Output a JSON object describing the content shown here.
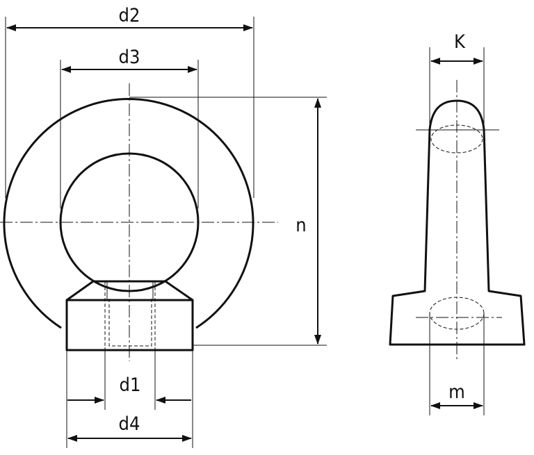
{
  "labels": {
    "d2": "d2",
    "d3": "d3",
    "n": "n",
    "d1": "d1",
    "d4": "d4",
    "K": "K",
    "m": "m"
  }
}
